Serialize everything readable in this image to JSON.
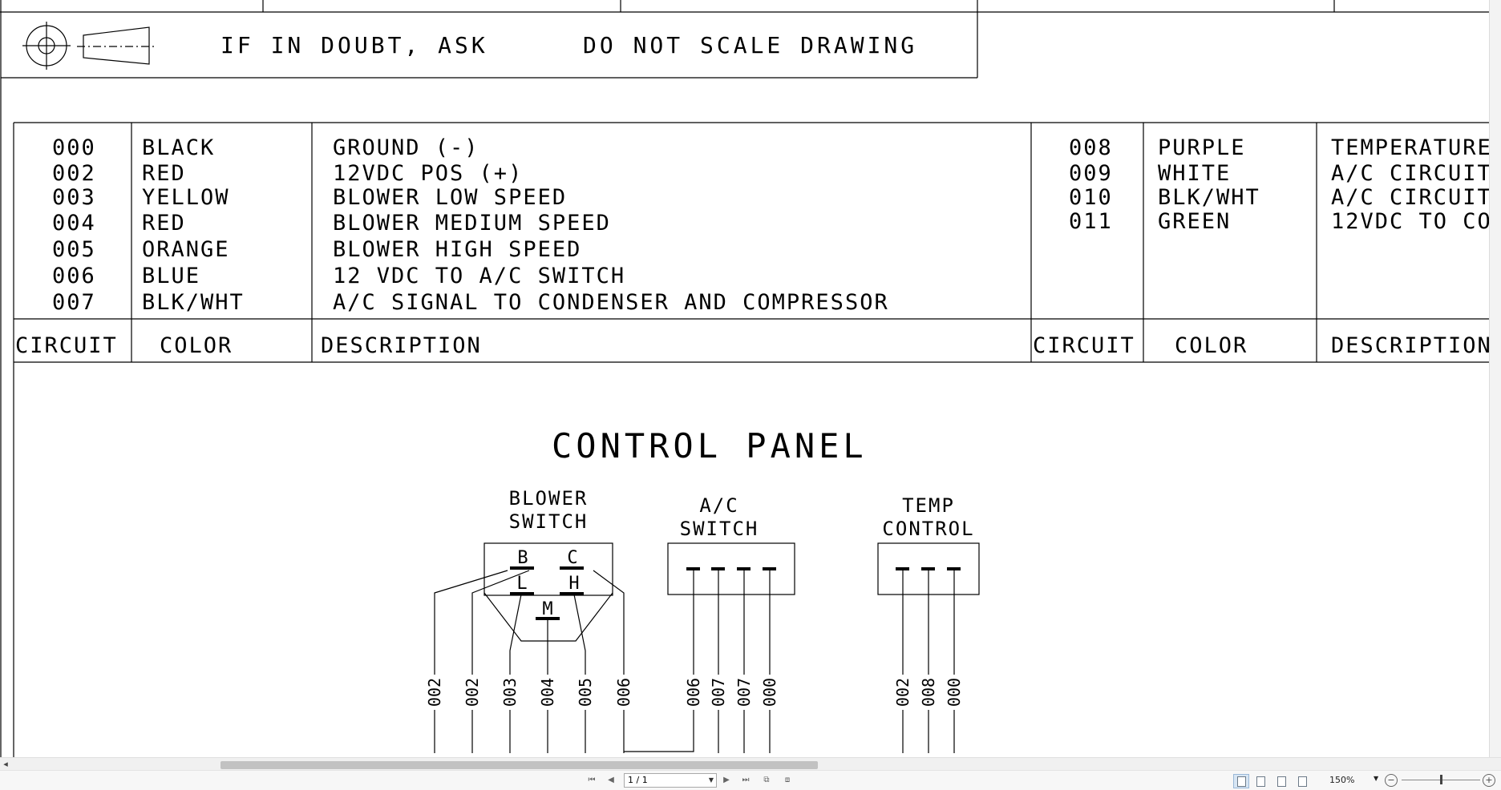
{
  "notes": {
    "ask": "IF IN DOUBT, ASK",
    "scale": "DO NOT SCALE DRAWING"
  },
  "wire_table": {
    "headers": {
      "circuit": "CIRCUIT",
      "color": "COLOR",
      "description": "DESCRIPTION"
    },
    "left_rows": [
      {
        "circuit": "000",
        "color": "BLACK",
        "description": "GROUND (-)"
      },
      {
        "circuit": "002",
        "color": "RED",
        "description": "12VDC POS (+)"
      },
      {
        "circuit": "003",
        "color": "YELLOW",
        "description": "BLOWER LOW SPEED"
      },
      {
        "circuit": "004",
        "color": "RED",
        "description": "BLOWER MEDIUM SPEED"
      },
      {
        "circuit": "005",
        "color": "ORANGE",
        "description": "BLOWER HIGH SPEED"
      },
      {
        "circuit": "006",
        "color": "BLUE",
        "description": "12 VDC TO A/C SWITCH"
      },
      {
        "circuit": "007",
        "color": "BLK/WHT",
        "description": "A/C SIGNAL TO CONDENSER AND COMPRESSOR"
      }
    ],
    "right_rows": [
      {
        "circuit": "008",
        "color": "PURPLE",
        "description": "TEMPERATURE"
      },
      {
        "circuit": "009",
        "color": "WHITE",
        "description": "A/C CIRCUIT"
      },
      {
        "circuit": "010",
        "color": "BLK/WHT",
        "description": "A/C CIRCUIT"
      },
      {
        "circuit": "011",
        "color": "GREEN",
        "description": "12VDC TO CO"
      }
    ]
  },
  "diagram": {
    "title": "CONTROL PANEL",
    "blower_switch": {
      "label_line1": "BLOWER",
      "label_line2": "SWITCH",
      "terminals": [
        "B",
        "C",
        "L",
        "H",
        "M"
      ]
    },
    "ac_switch": {
      "label_line1": "A/C",
      "label_line2": "SWITCH"
    },
    "temp_control": {
      "label_line1": "TEMP",
      "label_line2": "CONTROL"
    },
    "wire_labels": [
      "002",
      "002",
      "003",
      "004",
      "005",
      "006",
      "006",
      "007",
      "007",
      "000",
      "002",
      "008",
      "000"
    ]
  },
  "viewer": {
    "page_indicator": "1 / 1",
    "zoom": "150%"
  },
  "icons": {
    "first": "first-page-icon",
    "prev": "previous-page-icon",
    "next": "next-page-icon",
    "last": "last-page-icon"
  }
}
